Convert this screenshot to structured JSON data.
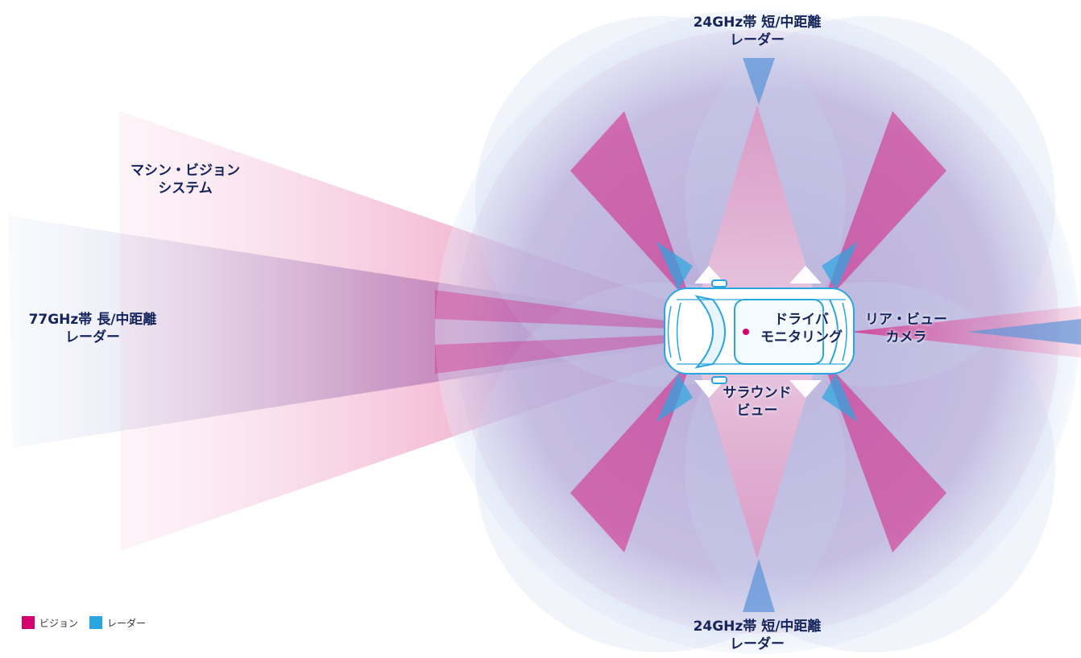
{
  "labels": {
    "radar_short_top": [
      "24GHz帯 短/中距離",
      "レーダー"
    ],
    "radar_short_bottom": [
      "24GHz帯 短/中距離",
      "レーダー"
    ],
    "radar_long": [
      "77GHz帯 長/中距離",
      "レーダー"
    ],
    "machine_vision": [
      "マシン・ビジョン",
      "システム"
    ],
    "driver_monitoring": [
      "ドライバ",
      "モニタリング"
    ],
    "rear_view": [
      "リア・ビュー",
      "カメラ"
    ],
    "surround_view": [
      "サラウンド",
      "ビュー"
    ]
  },
  "legend": {
    "vision": {
      "label": "ビジョン",
      "color": "#d6006f"
    },
    "radar": {
      "label": "レーダー",
      "color": "#29a6e0"
    }
  },
  "colors": {
    "text": "#14245c",
    "vision": "#d6006f",
    "radar": "#29a6e0",
    "radar_area": "#9bb8e2",
    "car_outline": "#29a6e0"
  }
}
